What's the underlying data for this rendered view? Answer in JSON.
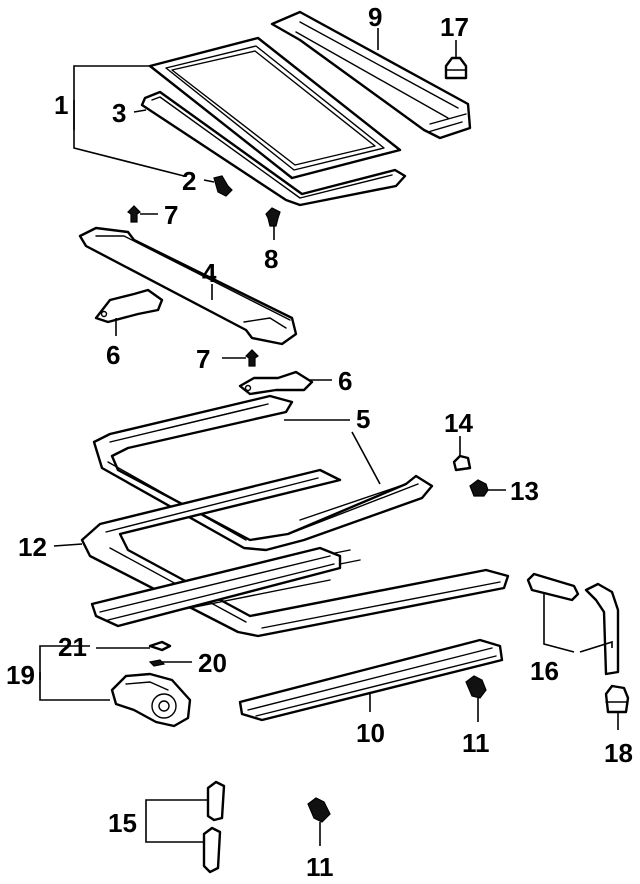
{
  "diagram": {
    "callouts": {
      "c1": "1",
      "c2": "2",
      "c3": "3",
      "c4": "4",
      "c5": "5",
      "c6a": "6",
      "c6b": "6",
      "c7a": "7",
      "c7b": "7",
      "c8": "8",
      "c9": "9",
      "c10": "10",
      "c11a": "11",
      "c11b": "11",
      "c12": "12",
      "c13": "13",
      "c14": "14",
      "c15": "15",
      "c16": "16",
      "c17": "17",
      "c18": "18",
      "c19": "19",
      "c20": "20",
      "c21": "21"
    }
  }
}
